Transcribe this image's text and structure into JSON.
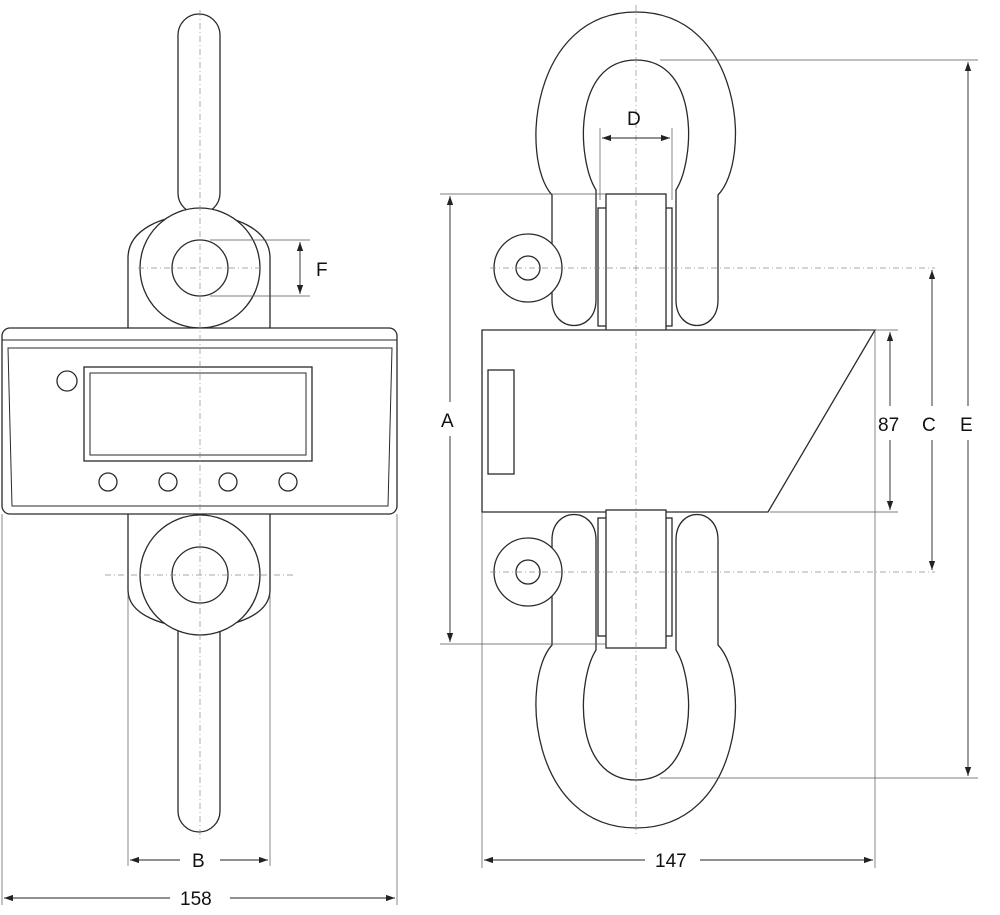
{
  "dimension_labels": {
    "front_width_overall": "158",
    "front_width_plate": "B",
    "front_hole": "F",
    "side_depth": "147",
    "side_A": "A",
    "side_height_body": "87",
    "side_C": "C",
    "side_E": "E",
    "side_D": "D"
  }
}
